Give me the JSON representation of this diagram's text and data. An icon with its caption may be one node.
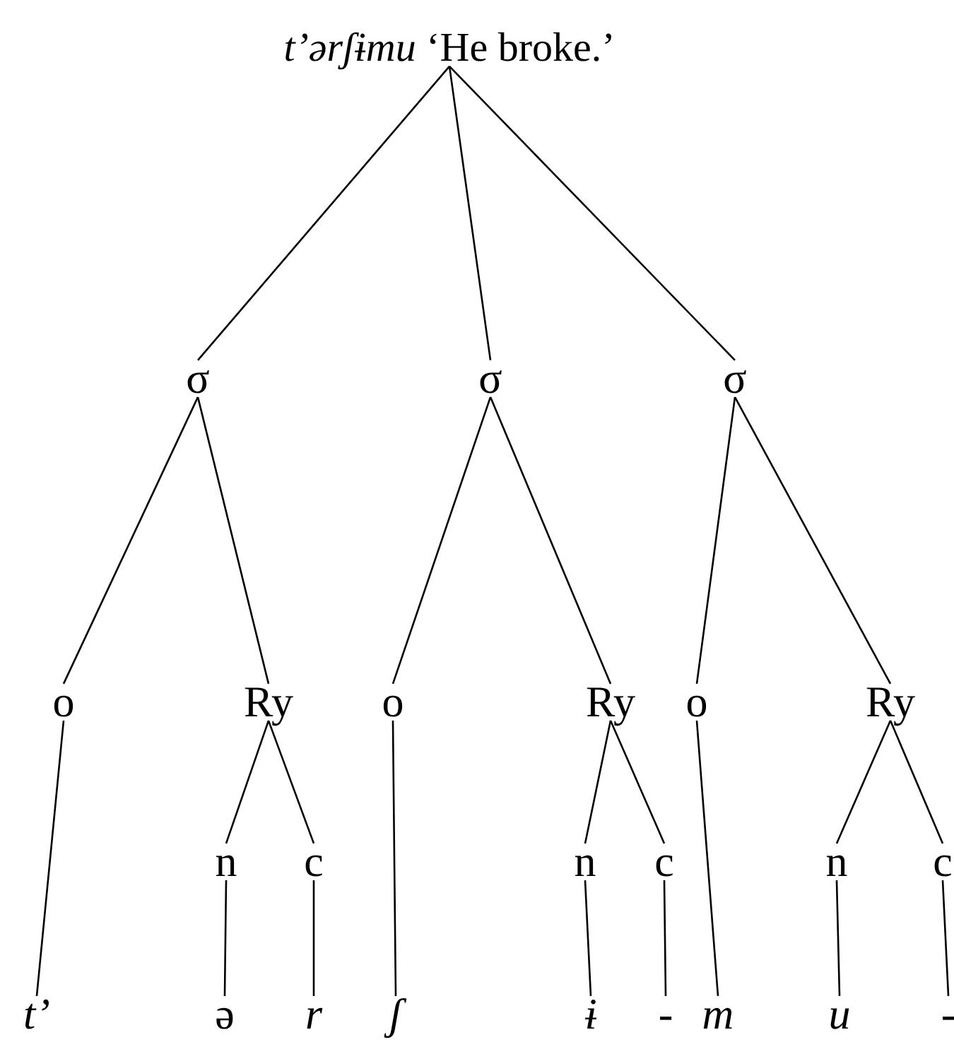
{
  "diagram": {
    "nodes": [
      {
        "text": [
          "*t’ərʃɨmu* ‘He broke.’"
        ]
      },
      {
        "text": [
          "σ"
        ]
      },
      {
        "text": [
          "σ"
        ]
      },
      {
        "text": [
          "σ"
        ]
      },
      {
        "text": [
          "o"
        ]
      },
      {
        "text": [
          "Ry"
        ]
      },
      {
        "text": [
          "o"
        ]
      },
      {
        "text": [
          "Ry"
        ]
      },
      {
        "text": [
          "o"
        ]
      },
      {
        "text": [
          "Ry"
        ]
      },
      {
        "text": [
          "n"
        ]
      },
      {
        "text": [
          "c"
        ]
      },
      {
        "text": [
          "n"
        ]
      },
      {
        "text": [
          "c"
        ]
      },
      {
        "text": [
          "n"
        ]
      },
      {
        "text": [
          "c"
        ]
      },
      {
        "text": [
          "t’"
        ]
      },
      {
        "text": [
          "ə"
        ]
      },
      {
        "text": [
          "r"
        ]
      },
      {
        "text": [
          "ʃ"
        ]
      },
      {
        "text": [
          "ɨ"
        ]
      },
      {
        "text": [
          "-"
        ]
      },
      {
        "text": [
          "m"
        ]
      },
      {
        "text": [
          "u"
        ]
      },
      {
        "text": [
          "-"
        ]
      }
    ],
    "edges": [
      {
        "from": 0,
        "to": 1,
        "arrow": "none"
      },
      {
        "from": 0,
        "to": 2,
        "arrow": "none"
      },
      {
        "from": 0,
        "to": 3,
        "arrow": "none"
      },
      {
        "from": 1,
        "to": 4,
        "arrow": "none"
      },
      {
        "from": 1,
        "to": 5,
        "arrow": "none"
      },
      {
        "from": 2,
        "to": 6,
        "arrow": "none"
      },
      {
        "from": 2,
        "to": 7,
        "arrow": "none"
      },
      {
        "from": 3,
        "to": 8,
        "arrow": "none"
      },
      {
        "from": 3,
        "to": 9,
        "arrow": "none"
      },
      {
        "from": 5,
        "to": 10,
        "arrow": "none"
      },
      {
        "from": 5,
        "to": 11,
        "arrow": "none"
      },
      {
        "from": 7,
        "to": 12,
        "arrow": "none"
      },
      {
        "from": 7,
        "to": 13,
        "arrow": "none"
      },
      {
        "from": 9,
        "to": 14,
        "arrow": "none"
      },
      {
        "from": 9,
        "to": 15,
        "arrow": "none"
      },
      {
        "from": 4,
        "to": 16,
        "arrow": "none"
      },
      {
        "from": 10,
        "to": 17,
        "arrow": "none"
      },
      {
        "from": 11,
        "to": 18,
        "arrow": "none"
      },
      {
        "from": 6,
        "to": 19,
        "arrow": "none"
      },
      {
        "from": 12,
        "to": 20,
        "arrow": "none"
      },
      {
        "from": 13,
        "to": 21,
        "arrow": "none"
      },
      {
        "from": 8,
        "to": 22,
        "arrow": "none"
      },
      {
        "from": 14,
        "to": 23,
        "arrow": "none"
      },
      {
        "from": 15,
        "to": 24,
        "arrow": "none"
      }
    ]
  }
}
